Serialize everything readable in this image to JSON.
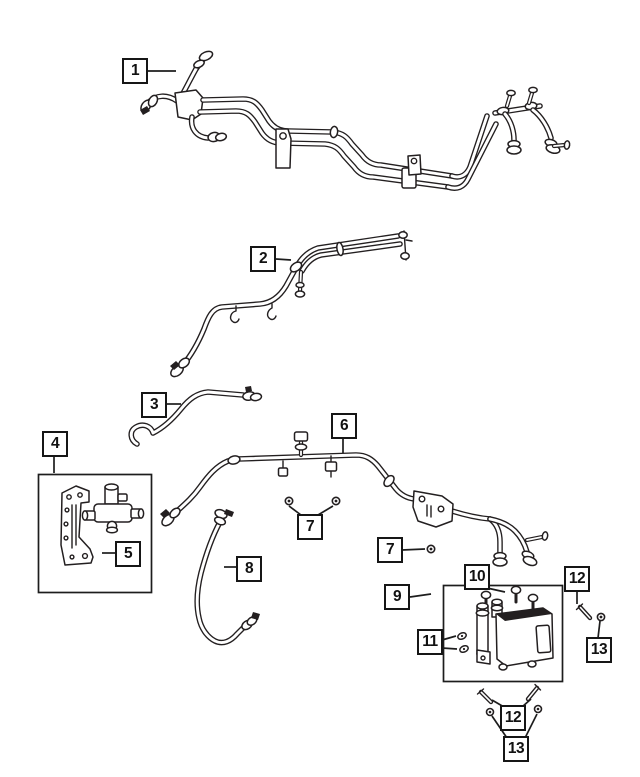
{
  "diagram": {
    "bg_color": "#ffffff",
    "line_color": "#231f20",
    "callout_border_color": "#161616",
    "callouts": [
      {
        "id": "callout-1",
        "label": "1"
      },
      {
        "id": "callout-2",
        "label": "2"
      },
      {
        "id": "callout-3",
        "label": "3"
      },
      {
        "id": "callout-4",
        "label": "4"
      },
      {
        "id": "callout-5",
        "label": "5"
      },
      {
        "id": "callout-6",
        "label": "6"
      },
      {
        "id": "callout-7a",
        "label": "7"
      },
      {
        "id": "callout-7b",
        "label": "7"
      },
      {
        "id": "callout-8",
        "label": "8"
      },
      {
        "id": "callout-9",
        "label": "9"
      },
      {
        "id": "callout-10",
        "label": "10"
      },
      {
        "id": "callout-11",
        "label": "11"
      },
      {
        "id": "callout-12a",
        "label": "12"
      },
      {
        "id": "callout-13a",
        "label": "13"
      },
      {
        "id": "callout-12b",
        "label": "12"
      },
      {
        "id": "callout-13b",
        "label": "13"
      }
    ]
  }
}
